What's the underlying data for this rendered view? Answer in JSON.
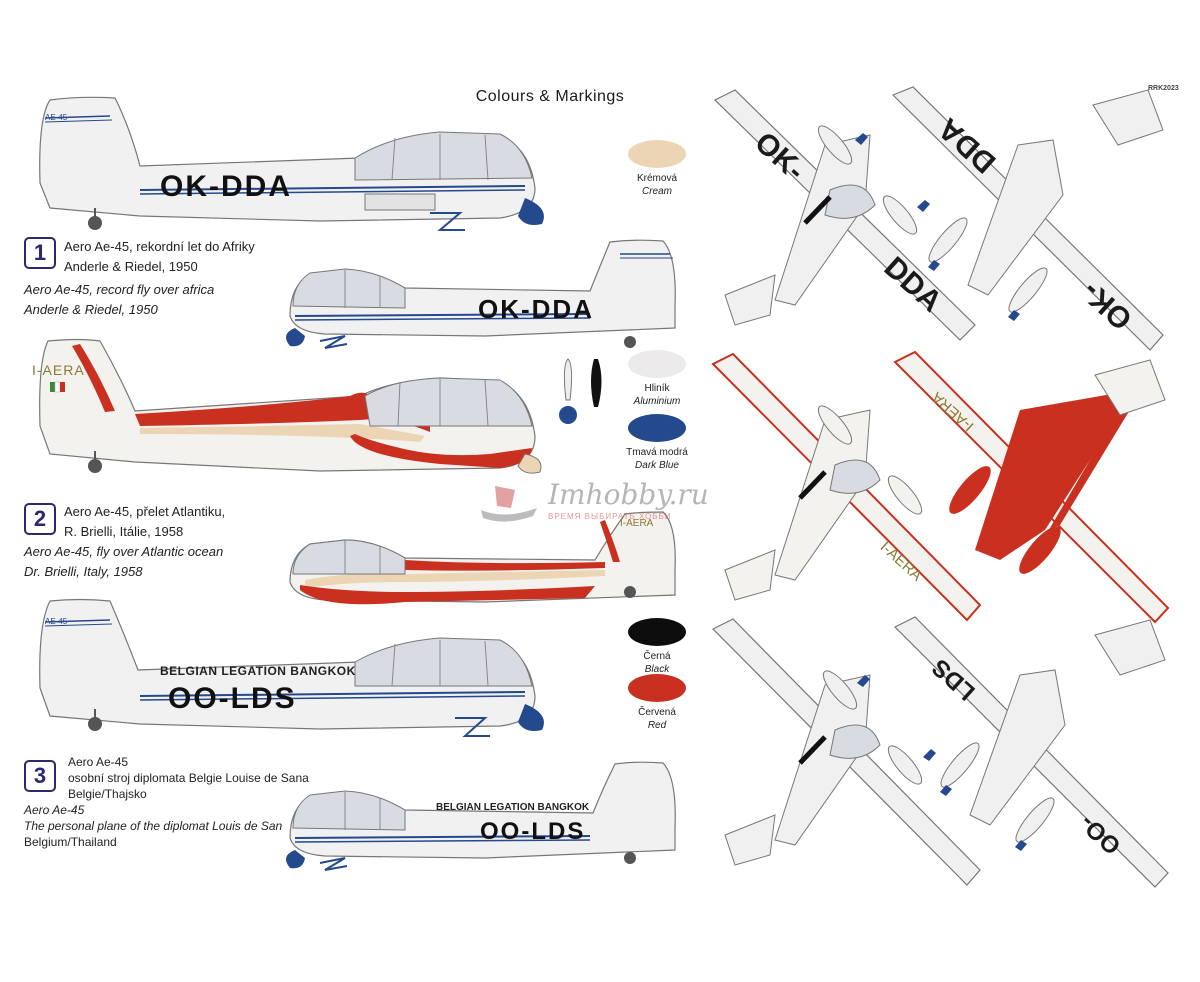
{
  "header": {
    "title": "Colours & Markings",
    "code": "RRK2023"
  },
  "schemes": [
    {
      "number": "1",
      "lines": [
        "Aero Ae-45, rekordní let do Afriky",
        "Anderle & Riedel, 1950"
      ],
      "italic_lines": [
        "Aero Ae-45, record fly over africa",
        "Anderle & Riedel, 1950"
      ],
      "registration": "OK-DDA",
      "fin_text": "AE-45"
    },
    {
      "number": "2",
      "lines": [
        "Aero Ae-45, přelet Atlantiku,",
        "R. Brielli, Itálie, 1958"
      ],
      "italic_lines": [
        "Aero Ae-45, fly over Atlantic ocean",
        "Dr. Brielli, Italy, 1958"
      ],
      "registration": "I-AERA"
    },
    {
      "number": "3",
      "lines": [
        "Aero Ae-45",
        "osobní stroj diplomata Belgie Louise de Sana",
        "Belgie/Thajsko"
      ],
      "italic_lines": [
        "Aero Ae-45",
        "The personal plane of the diplomat Louis de San"
      ],
      "extra_line": "Belgium/Thailand",
      "registration": "OO-LDS",
      "legend": "BELGIAN LEGATION BANGKOK",
      "fin_text": "AE-45"
    }
  ],
  "colours": [
    {
      "name_cz": "Krémová",
      "name_en": "Cream",
      "hex": "#ecd5b5"
    },
    {
      "name_cz": "Hliník",
      "name_en": "Aluminium",
      "hex": "#eceaea"
    },
    {
      "name_cz": "Tmavá modrá",
      "name_en": "Dark Blue",
      "hex": "#24498c"
    },
    {
      "name_cz": "Černá",
      "name_en": "Black",
      "hex": "#0d0d0d"
    },
    {
      "name_cz": "Červená",
      "name_en": "Red",
      "hex": "#c9301f"
    }
  ],
  "planform_labels": {
    "top1": "OK-",
    "top1b": "DDA",
    "top2": "DDA",
    "top2b": "OK-",
    "mid1": "I-AERA",
    "mid2": "I-AERA",
    "bot1": "LDS",
    "bot1b": "OO-"
  },
  "watermark": {
    "brand": "Imhobby.ru",
    "slogan": "ВРЕМЯ ВЫБИРАТЬ ХОББИ"
  }
}
